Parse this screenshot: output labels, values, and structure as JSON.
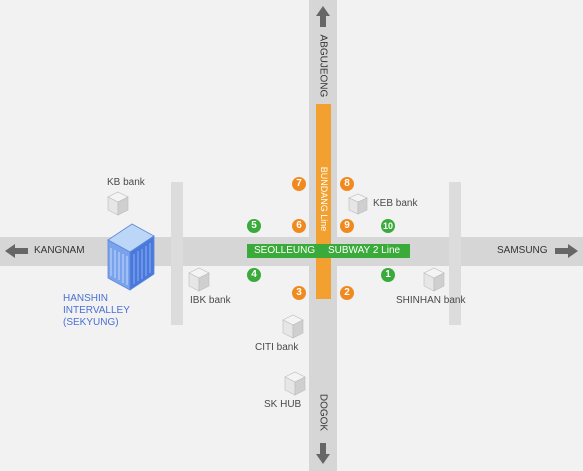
{
  "directions": {
    "north": "ABGUJEONG",
    "south": "DOGOK",
    "west": "KANGNAM",
    "east": "SAMSUNG"
  },
  "subway": {
    "bundang_label": "BUNDANG  Line",
    "station_label": "SEOLLEUNG",
    "line2_label": "SUBWAY 2 Line"
  },
  "landmarks": {
    "kb_bank": "KB bank",
    "keb_bank": "KEB bank",
    "ibk_bank": "IBK bank",
    "shinhan_bank": "SHINHAN bank",
    "citi_bank": "CITI bank",
    "sk_hub": "SK HUB"
  },
  "building": {
    "line1": "HANSHIN",
    "line2": "INTERVALLEY",
    "line3": "(SEKYUNG)"
  },
  "exits": {
    "e1": "1",
    "e2": "2",
    "e3": "3",
    "e4": "4",
    "e5": "5",
    "e6": "6",
    "e7": "7",
    "e8": "8",
    "e9": "9",
    "e10": "10"
  },
  "colors": {
    "line2_green": "#3aab3a",
    "bundang_orange": "#f2a030",
    "exit_orange": "#f08a1e",
    "exit_green": "#3aab3a",
    "building_blue": "#4a6fd6"
  }
}
